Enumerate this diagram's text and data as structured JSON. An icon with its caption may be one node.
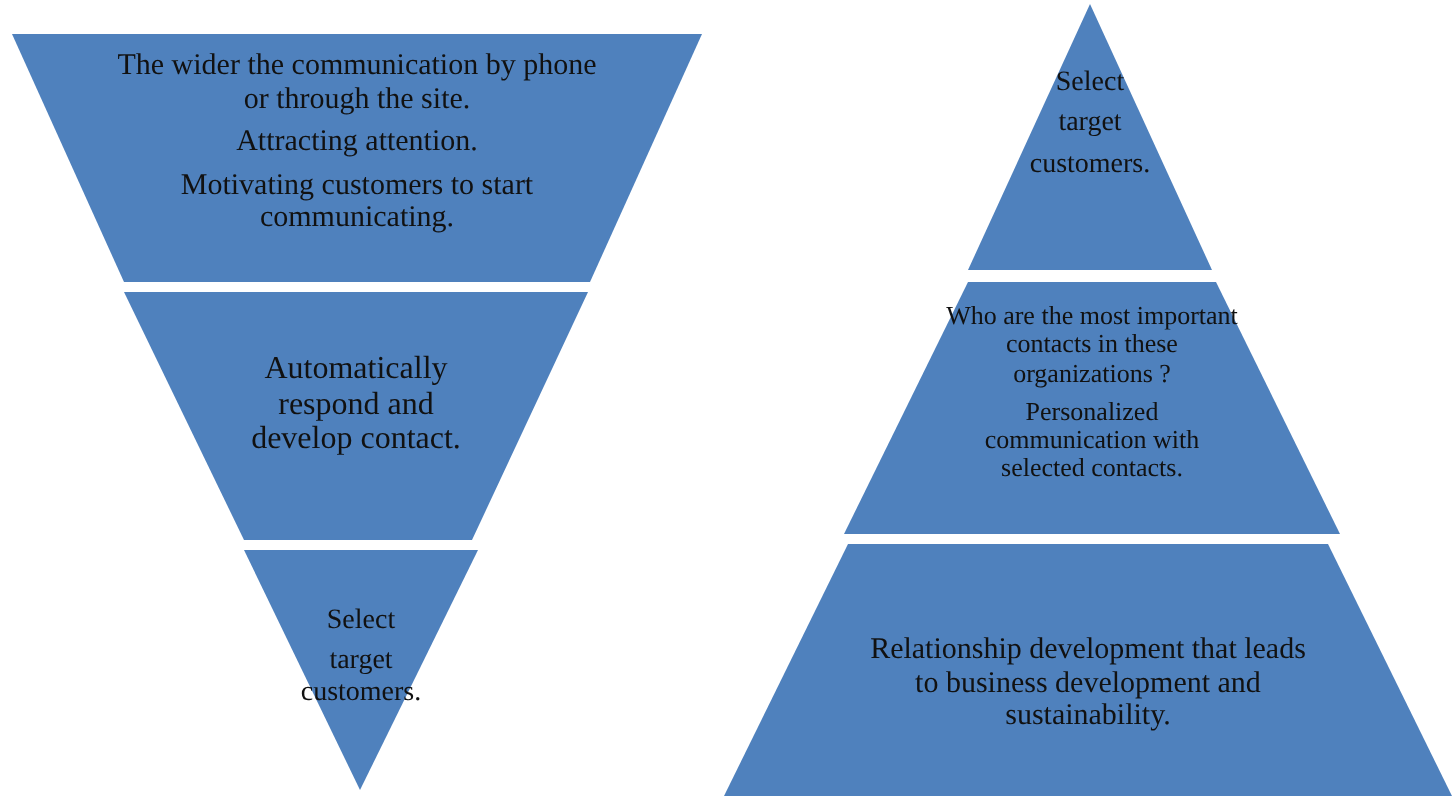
{
  "diagram": {
    "nodes": [
      {
        "text": [
          "The wider the communication by phone or through the site.",
          "Attracting attention.",
          "Motivating customers to start communicating."
        ]
      },
      {
        "text": [
          "Automatically respond and develop contact."
        ]
      },
      {
        "text": [
          "Select",
          "target customers."
        ]
      },
      {
        "text": [
          "Select",
          "target",
          "customers."
        ]
      },
      {
        "text": [
          "Who are the most important contacts in these organizations  ?",
          "Personalized communication with selected contacts."
        ]
      },
      {
        "text": [
          "Relationship development that leads to business development and sustainability."
        ]
      }
    ]
  }
}
